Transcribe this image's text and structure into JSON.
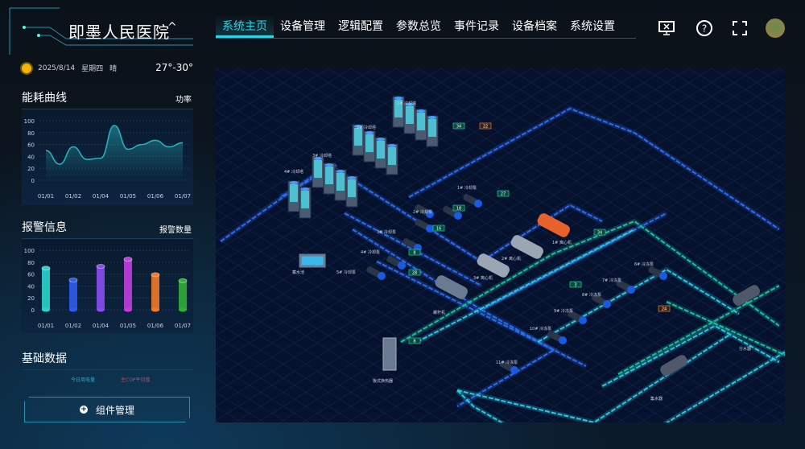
{
  "header": {
    "title": "即墨人民医院",
    "nav": [
      "系统主页",
      "设备管理",
      "逻辑配置",
      "参数总览",
      "事件记录",
      "设备档案",
      "系统设置"
    ],
    "active": 0
  },
  "weather": {
    "date": "2025/8/14",
    "weekday": "星期四",
    "condition": "晴",
    "temp": "27°-30°"
  },
  "energy": {
    "title": "能耗曲线",
    "unit": "功率"
  },
  "alarm": {
    "title": "报警信息",
    "unit": "报警数量"
  },
  "basic": {
    "title": "基础数据",
    "items": [
      "今日用电量",
      "主COP平均值"
    ]
  },
  "component_button": "组件管理",
  "icons": [
    "screen-icon",
    "help-icon",
    "fullscreen-icon",
    "avatar"
  ],
  "chart_data": [
    {
      "type": "line",
      "title": "能耗曲线",
      "categories": [
        "01/01",
        "01/02",
        "01/04",
        "01/05",
        "01/06",
        "01/07"
      ],
      "x": [
        0,
        0.5,
        1,
        1.5,
        2,
        2.5,
        3,
        3.5,
        4,
        4.5,
        5
      ],
      "values": [
        50,
        27,
        56,
        35,
        37,
        92,
        52,
        60,
        67,
        56,
        63
      ],
      "ylim": [
        0,
        100
      ],
      "yticks": [
        0,
        20,
        40,
        60,
        80,
        100
      ],
      "color": "#2ab5c0"
    },
    {
      "type": "bar",
      "title": "报警信息",
      "categories": [
        "01/01",
        "01/02",
        "01/04",
        "01/05",
        "01/06",
        "01/07"
      ],
      "values": [
        70,
        50,
        73,
        85,
        59,
        49
      ],
      "ylim": [
        0,
        100
      ],
      "yticks": [
        0,
        20,
        40,
        60,
        80,
        100
      ],
      "colors": [
        "#2ad4cc",
        "#2f5bf0",
        "#8a4cf0",
        "#c03ee0",
        "#f07a2a",
        "#2fae3a"
      ]
    }
  ],
  "diagram": {
    "labels": [
      "1# 冷却塔",
      "2# 冷却塔",
      "3# 冷却塔",
      "4# 冷却塔",
      "1# 离心机",
      "2# 离心机",
      "3# 离心机",
      "螺杆机",
      "板式换热器",
      "集水器",
      "分水器",
      "蓄水池",
      "1# 冷却泵",
      "2# 冷却泵",
      "3# 冷却泵",
      "4# 冷却泵",
      "5# 冷却泵",
      "6# 冷冻泵",
      "7# 冷冻泵",
      "8# 冷冻泵",
      "9# 冷冻泵",
      "10# 冷冻泵",
      "11# 冷冻泵"
    ],
    "readouts": [
      "34",
      "22",
      "27",
      "18",
      "16",
      "28",
      "8",
      "3",
      "34",
      "8",
      "24"
    ]
  }
}
